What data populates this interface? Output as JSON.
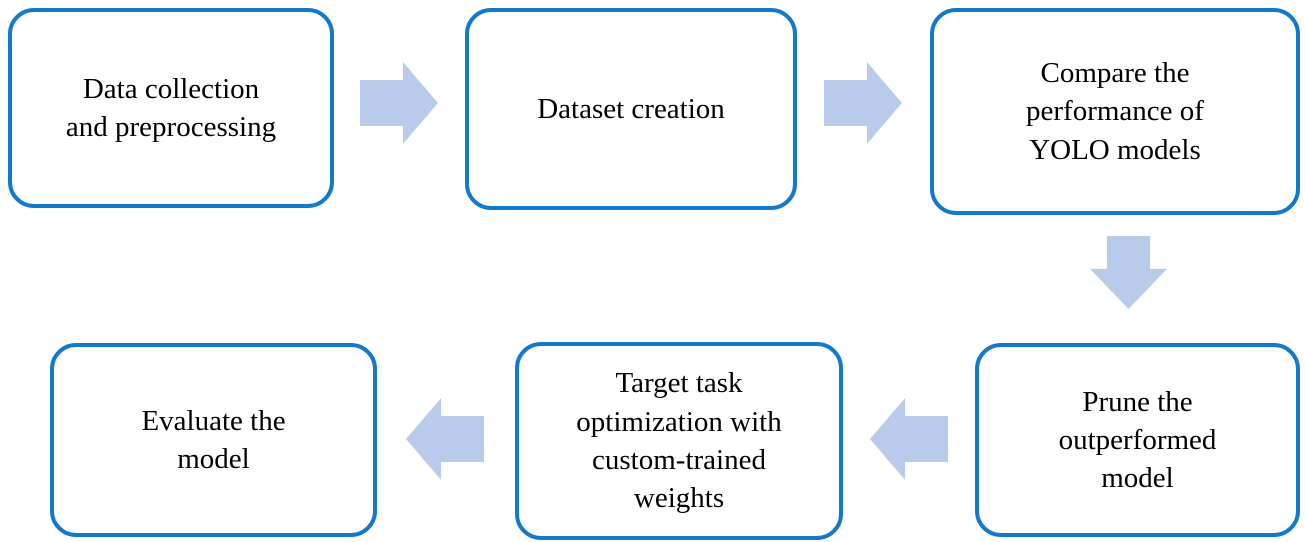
{
  "diagram": {
    "type": "flowchart",
    "nodes": [
      {
        "id": "data-collection",
        "label": "Data collection\nand preprocessing"
      },
      {
        "id": "dataset-creation",
        "label": "Dataset creation"
      },
      {
        "id": "compare-yolo",
        "label": "Compare the\nperformance of\nYOLO models"
      },
      {
        "id": "prune-model",
        "label": "Prune the\noutperformed\nmodel"
      },
      {
        "id": "target-task",
        "label": "Target task\noptimization with\ncustom-trained\nweights"
      },
      {
        "id": "evaluate-model",
        "label": "Evaluate the\nmodel"
      }
    ],
    "edges": [
      {
        "from": "data-collection",
        "to": "dataset-creation",
        "direction": "right"
      },
      {
        "from": "dataset-creation",
        "to": "compare-yolo",
        "direction": "right"
      },
      {
        "from": "compare-yolo",
        "to": "prune-model",
        "direction": "down"
      },
      {
        "from": "prune-model",
        "to": "target-task",
        "direction": "left"
      },
      {
        "from": "target-task",
        "to": "evaluate-model",
        "direction": "left"
      }
    ],
    "colors": {
      "box_border": "#1579cb",
      "box_fill": "#ffffff",
      "arrow_fill": "#b8cbea",
      "text": "#000000",
      "background": "#ffffff"
    }
  }
}
